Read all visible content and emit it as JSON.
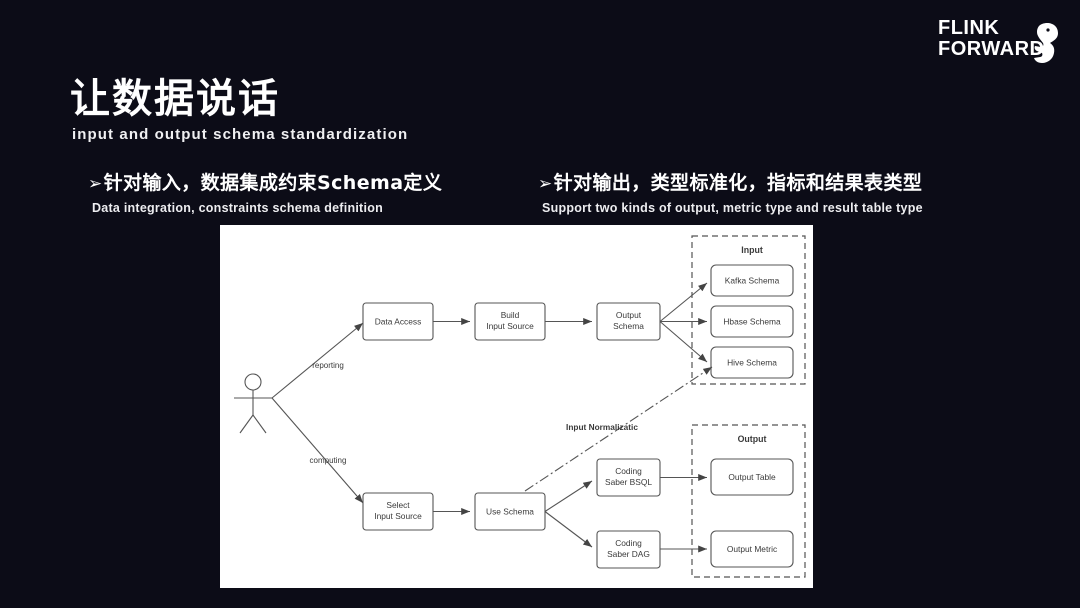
{
  "logo": {
    "line1": "FLINK",
    "line2": "FORWARD",
    "icon": "squirrel-icon"
  },
  "header": {
    "title": "让数据说话",
    "subtitle": "input and output schema standardization"
  },
  "bullets": [
    {
      "marker": "➢",
      "cn": "针对输入，数据集成约束Schema定义",
      "en": "Data integration, constraints schema definition"
    },
    {
      "marker": "➢",
      "cn": "针对输出，类型标准化，指标和结果表类型",
      "en": "Support two kinds of output, metric type and result table type"
    }
  ],
  "diagram": {
    "actor": "user-actor",
    "edge_labels": {
      "reporting": "reporting",
      "computing": "computing",
      "normalization": "Input Normalizatic"
    },
    "nodes": {
      "data_access": "Data Access",
      "build_input_source_l1": "Build",
      "build_input_source_l2": "Input Source",
      "output_schema_l1": "Output",
      "output_schema_l2": "Schema",
      "select_input_source_l1": "Select",
      "select_input_source_l2": "Input Source",
      "use_schema": "Use Schema",
      "coding_bsql_l1": "Coding",
      "coding_bsql_l2": "Saber BSQL",
      "coding_dag_l1": "Coding",
      "coding_dag_l2": "Saber DAG"
    },
    "groups": {
      "input": {
        "label": "Input",
        "items": [
          "Kafka Schema",
          "Hbase Schema",
          "Hive Schema"
        ]
      },
      "output": {
        "label": "Output",
        "items": [
          "Output Table",
          "Output Metric"
        ]
      }
    }
  },
  "colors": {
    "background": "#0c0c17",
    "panel": "#ffffff",
    "stroke": "#555555",
    "text": "#333333",
    "accent": "#ffffff"
  }
}
